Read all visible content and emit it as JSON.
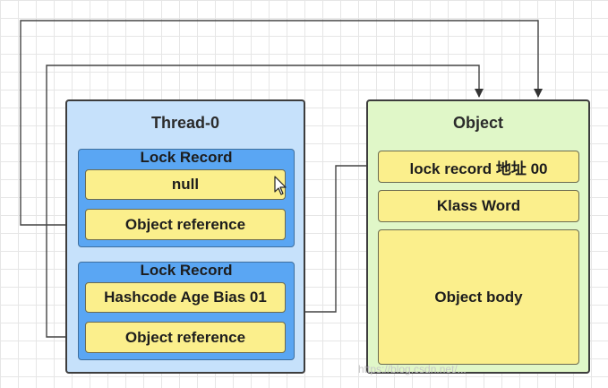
{
  "thread": {
    "title": "Thread-0",
    "lock_records": [
      {
        "title": "Lock Record",
        "field1": "null",
        "field2": "Object reference"
      },
      {
        "title": "Lock Record",
        "field1": "Hashcode Age Bias 01",
        "field2": "Object reference"
      }
    ]
  },
  "object": {
    "title": "Object",
    "mark_word": "lock record 地址 00",
    "klass_word": "Klass Word",
    "body": "Object body"
  },
  "watermark": "https://blog.csdn.net/...",
  "colors": {
    "thread_bg": "#c6e1fb",
    "object_bg": "#e0f7c8",
    "lock_record_bg": "#5aa6f3",
    "cell_bg": "#fbef8c",
    "arrow": "#333333"
  },
  "icons": {
    "cursor": "mouse-pointer-icon"
  }
}
